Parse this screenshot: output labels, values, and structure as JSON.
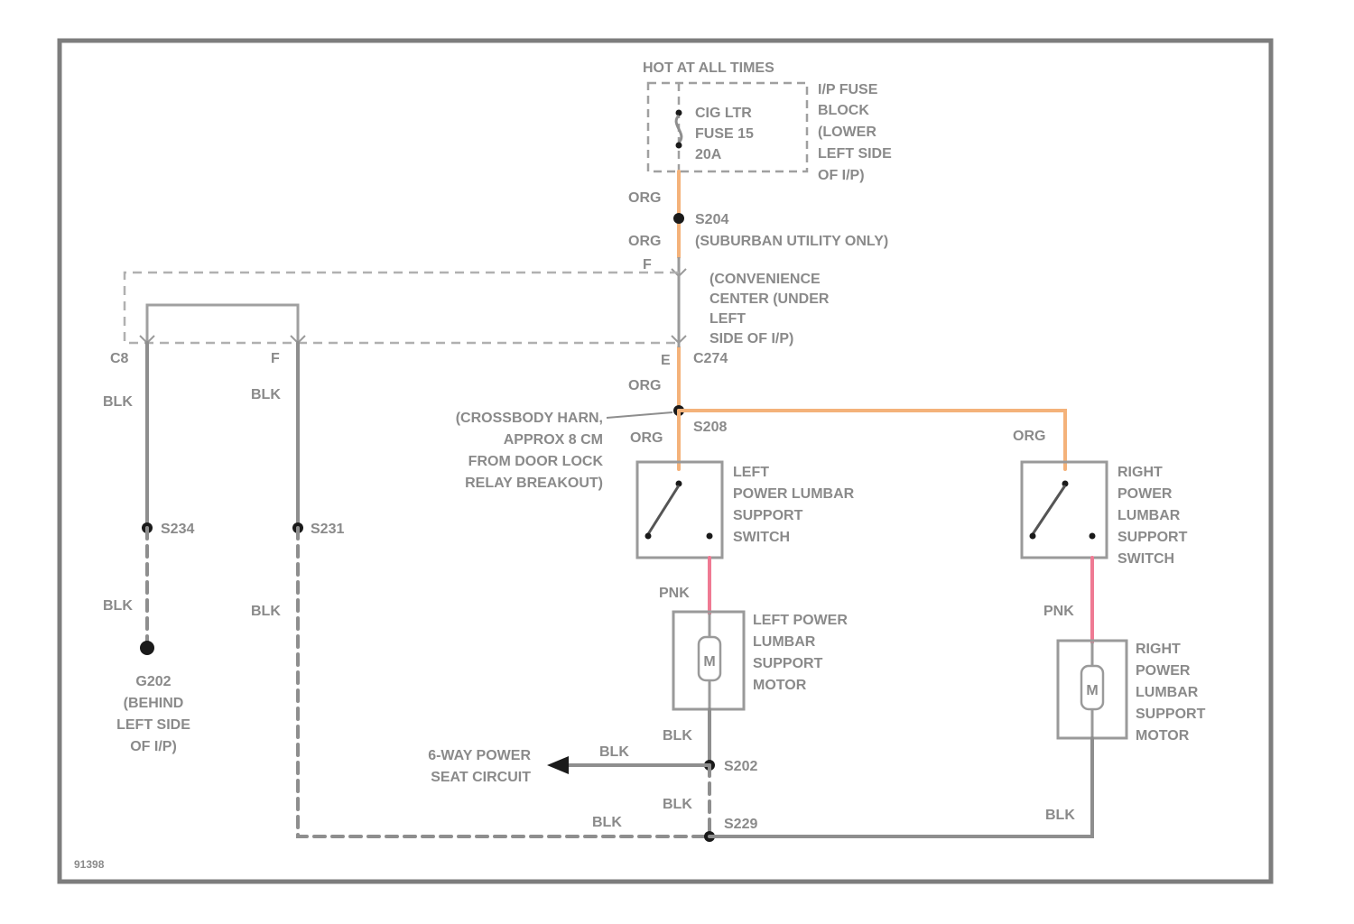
{
  "colors": {
    "orange_wire": "#f4b27a",
    "pink_wire": "#ef7a93",
    "gray_wire": "#8e8e8e",
    "border": "#7d7d7d"
  },
  "top": {
    "hot_label": "HOT AT ALL TIMES",
    "fuse_lines": [
      "CIG LTR",
      "FUSE 15",
      "20A"
    ],
    "fuse_block_lines": [
      "I/P FUSE",
      "BLOCK",
      "(LOWER",
      "LEFT SIDE",
      "OF I/P)"
    ]
  },
  "splices": {
    "s204": "S204",
    "s204_note": "(SUBURBAN UTILITY ONLY)",
    "s208": "S208",
    "s234": "S234",
    "s231": "S231",
    "s202": "S202",
    "s229": "S229",
    "c274": "C274"
  },
  "convenience_lines": [
    "(CONVENIENCE",
    "CENTER (UNDER",
    "LEFT",
    "SIDE OF I/P)"
  ],
  "pins": {
    "c8": "C8",
    "f_top": "F",
    "e": "E"
  },
  "wire_labels": {
    "org": "ORG",
    "blk": "BLK",
    "pnk": "PNK"
  },
  "crossbody_lines": [
    "(CROSSBODY HARN,",
    "APPROX 8 CM",
    "FROM DOOR LOCK",
    "RELAY BREAKOUT)"
  ],
  "left_switch_lines": [
    "LEFT",
    "POWER LUMBAR",
    "SUPPORT",
    "SWITCH"
  ],
  "right_switch_lines": [
    "RIGHT",
    "POWER",
    "LUMBAR",
    "SUPPORT",
    "SWITCH"
  ],
  "left_motor_lines": [
    "LEFT POWER",
    "LUMBAR",
    "SUPPORT",
    "MOTOR"
  ],
  "right_motor_lines": [
    "RIGHT",
    "POWER",
    "LUMBAR",
    "SUPPORT",
    "MOTOR"
  ],
  "motor_symbol": "M",
  "ground_lines": [
    "G202",
    "(BEHIND",
    "LEFT SIDE",
    "OF I/P)"
  ],
  "seat_circuit_lines": [
    "6-WAY POWER",
    "SEAT CIRCUIT"
  ],
  "fig_id": "91398"
}
